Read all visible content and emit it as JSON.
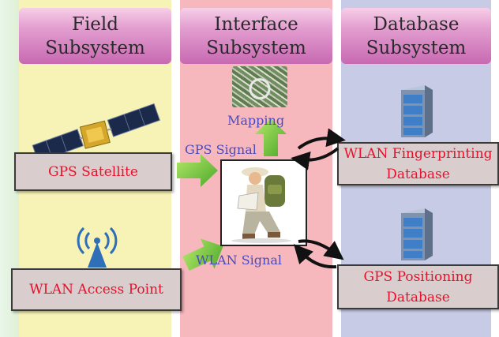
{
  "columns": {
    "field": {
      "title": "Field\nSubsystem",
      "bg": "#f7f3b6"
    },
    "interface": {
      "title": "Interface\nSubsystem",
      "bg": "#f6b8bd"
    },
    "database": {
      "title": "Database\nSubsystem",
      "bg": "#c8cbe6"
    }
  },
  "boxes": {
    "gps_satellite": "GPS Satellite",
    "wlan_access_point": "WLAN Access Point",
    "wlan_fingerprinting_db": "WLAN Fingerprinting\nDatabase",
    "gps_positioning_db": "GPS Positioning\nDatabase"
  },
  "labels": {
    "mapping": "Mapping",
    "gps_signal": "GPS Signal",
    "wlan_signal": "WLAN Signal"
  },
  "icons": [
    "satellite-icon",
    "wifi-antenna-icon",
    "map-thumbnail",
    "hiker-photo",
    "server-icon",
    "double-arrow-icon",
    "green-arrow-icon"
  ],
  "colors": {
    "box_text": "#e8102a",
    "signal_text": "#4a4abf",
    "arrow_green": "#7ccc3c",
    "header": "#c869b2"
  }
}
